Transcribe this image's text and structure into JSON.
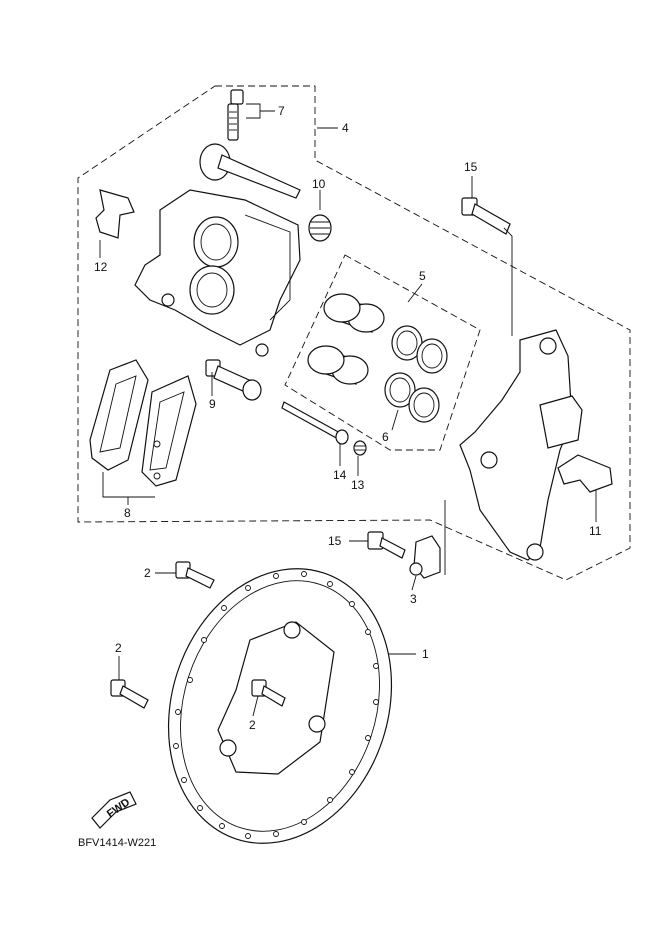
{
  "diagram": {
    "callouts": [
      {
        "id": "1",
        "label": "1"
      },
      {
        "id": "2a",
        "label": "2"
      },
      {
        "id": "2b",
        "label": "2"
      },
      {
        "id": "2c",
        "label": "2"
      },
      {
        "id": "3",
        "label": "3"
      },
      {
        "id": "4",
        "label": "4"
      },
      {
        "id": "5",
        "label": "5"
      },
      {
        "id": "6",
        "label": "6"
      },
      {
        "id": "7",
        "label": "7"
      },
      {
        "id": "8",
        "label": "8"
      },
      {
        "id": "9",
        "label": "9"
      },
      {
        "id": "10",
        "label": "10"
      },
      {
        "id": "11",
        "label": "11"
      },
      {
        "id": "12",
        "label": "12"
      },
      {
        "id": "13",
        "label": "13"
      },
      {
        "id": "14",
        "label": "14"
      },
      {
        "id": "15a",
        "label": "15"
      },
      {
        "id": "15b",
        "label": "15"
      }
    ],
    "fwd_arrow": "FWD",
    "drawing_code": "BFV1414-W221"
  }
}
